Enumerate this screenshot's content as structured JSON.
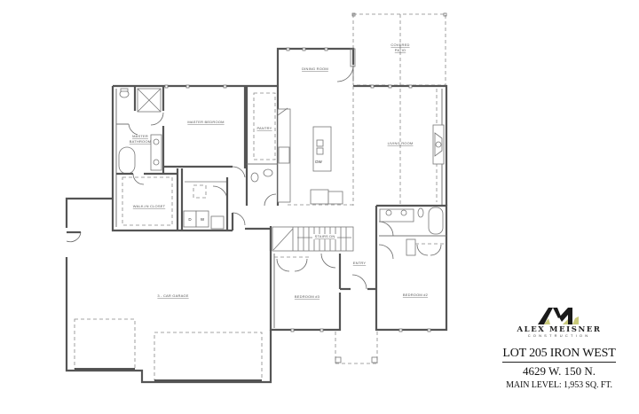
{
  "plan": {
    "rooms": {
      "covered_patio_line1": "COVERED",
      "covered_patio_line2": "PATIO",
      "dining_room": "DINING ROOM",
      "master_bedroom": "MASTER BEDROOM",
      "pantry": "PANTRY",
      "master_bathroom_line1": "MASTER",
      "master_bathroom_line2": "BATHROOM",
      "living_room": "LIVING ROOM",
      "walk_in_closet": "WALK-IN CLOSET",
      "stairs": "STAIRS DN",
      "entry": "ENTRY",
      "garage": "3 - CAR GARAGE",
      "bedroom_3": "BEDROOM #3",
      "bedroom_2": "BEDROOM #2"
    },
    "appliances": {
      "dryer": "D",
      "washer": "W",
      "dishwasher": "DW"
    }
  },
  "title_block": {
    "brand_name": "ALEX MEISNER",
    "brand_sub": "CONSTRUCTION",
    "lot": "LOT 205 IRON WEST",
    "address": "4629 W. 150 N.",
    "main_level": "MAIN LEVEL:  1,953 SQ. FT."
  },
  "colors": {
    "wall": "#555555",
    "logo_dark": "#1a1a1a",
    "logo_accent": "#c9c97a"
  }
}
